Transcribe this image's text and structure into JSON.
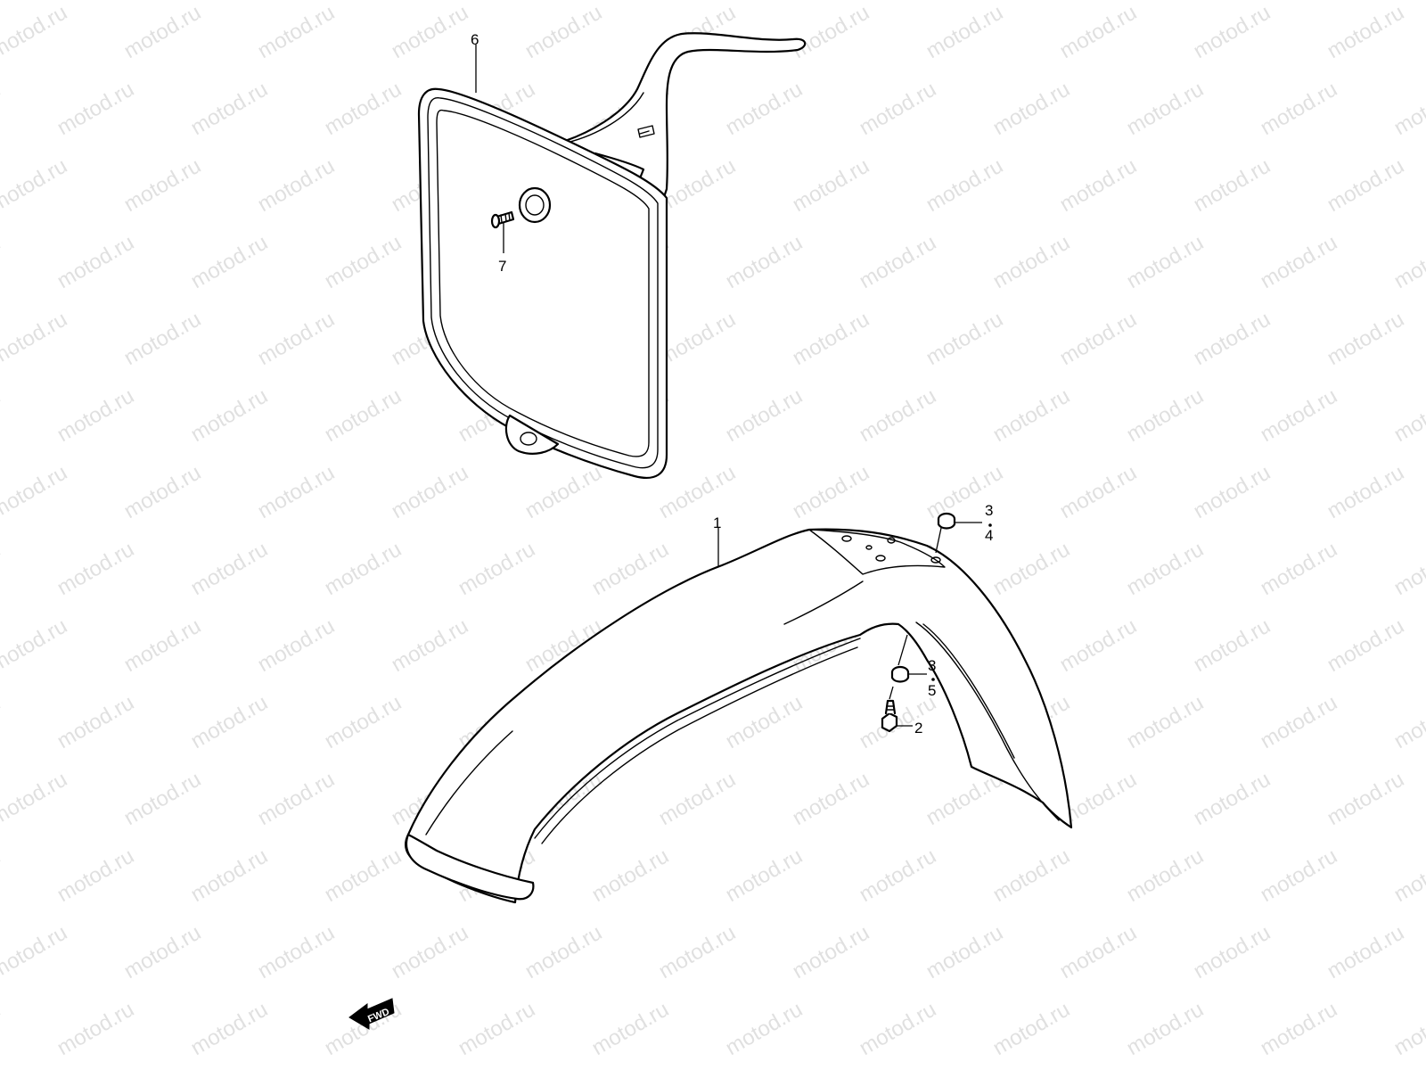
{
  "watermark": {
    "text": "motod.ru",
    "color": "#c8c8c8"
  },
  "parts": [
    {
      "id": "1",
      "label": "1"
    },
    {
      "id": "2",
      "label": "2"
    },
    {
      "id": "3a",
      "label": "3"
    },
    {
      "id": "4",
      "label": "4"
    },
    {
      "id": "3b",
      "label": "3"
    },
    {
      "id": "5",
      "label": "5"
    },
    {
      "id": "6",
      "label": "6"
    },
    {
      "id": "7",
      "label": "7"
    }
  ],
  "direction_badge": {
    "label": "FWD",
    "icon": "forward-arrow-icon"
  },
  "colors": {
    "line": "#000000",
    "background": "#ffffff",
    "badge": "#000000"
  }
}
